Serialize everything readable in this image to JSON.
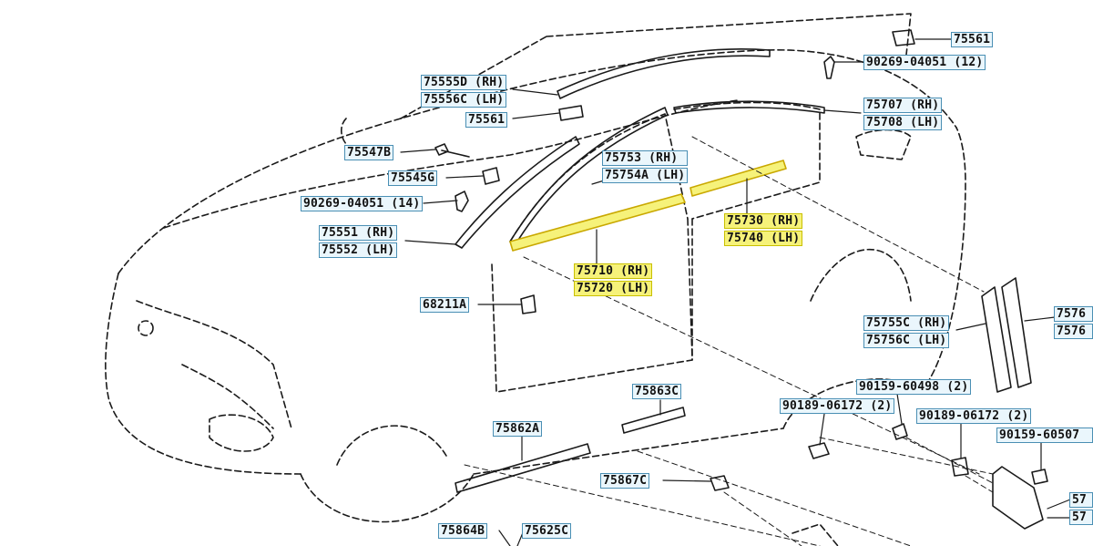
{
  "labels": {
    "p75561_top": "75561",
    "p90269_12": "90269-04051 (12)",
    "p75555D": "75555D (RH)",
    "p75556C": "75556C (LH)",
    "p75561": "75561",
    "p75707": "75707 (RH)",
    "p75708": "75708 (LH)",
    "p75547B": "75547B",
    "p75753": "75753 (RH)",
    "p75754A": "75754A (LH)",
    "p75545G": "75545G",
    "p90269_14": "90269-04051 (14)",
    "p75730": "75730 (RH)",
    "p75740": "75740 (LH)",
    "p75551": "75551 (RH)",
    "p75552": "75552 (LH)",
    "p75710": "75710 (RH)",
    "p75720": "75720 (LH)",
    "p68211A": "68211A",
    "p75755C": "75755C (RH)",
    "p75756C": "75756C (LH)",
    "p7576_a": "7576",
    "p7576_b": "7576",
    "p90159_60498": "90159-60498 (2)",
    "p75863C": "75863C",
    "p90189_a": "90189-06172 (2)",
    "p90189_b": "90189-06172 (2)",
    "p90159_60507": "90159-60507",
    "p75862A": "75862A",
    "p75867C": "75867C",
    "p57_a": "57",
    "p57_b": "57",
    "p75864B": "75864B",
    "p75625C": "75625C"
  },
  "colors": {
    "line": "#1a1a1a",
    "label_bg": "#eaf6fc",
    "label_border": "#4a8fb4",
    "highlight": "#f6f27a"
  }
}
